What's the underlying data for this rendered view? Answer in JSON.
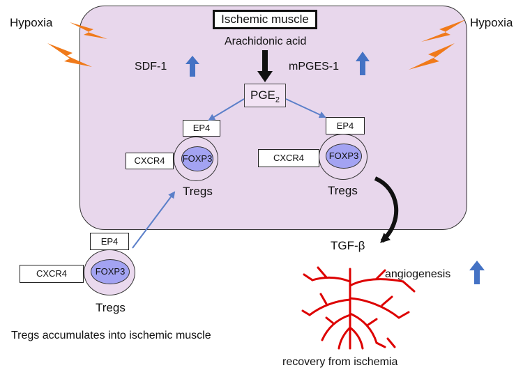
{
  "hypoxia_left": "Hypoxia",
  "hypoxia_right": "Hypoxia",
  "muscle_title": "Ischemic muscle",
  "arachidonic": "Arachidonic acid",
  "sdf1": "SDF-1",
  "mpges1": "mPGES-1",
  "pge2_main": "PGE",
  "pge2_sub": "2",
  "cell_left": {
    "ep4": "EP4",
    "cxcr4": "CXCR4",
    "foxp3": "FOXP3",
    "label": "Tregs"
  },
  "cell_right": {
    "ep4": "EP4",
    "cxcr4": "CXCR4",
    "foxp3": "FOXP3",
    "label": "Tregs"
  },
  "cell_outside": {
    "ep4": "EP4",
    "cxcr4": "CXCR4",
    "foxp3": "FOXP3",
    "label": "Tregs"
  },
  "tgf": "TGF-β",
  "angiogenesis": "angiogenesis",
  "recovery": "recovery from ischemia",
  "accumulate_caption": "Tregs accumulates into ischemic muscle",
  "colors": {
    "panel": "#e8d7ec",
    "foxp3": "#a3a3f2",
    "up_arrow": "#4472c4",
    "flow_arrow": "#5b7fc9",
    "lightning": "#f07a1a",
    "vessels": "#dd0000"
  }
}
